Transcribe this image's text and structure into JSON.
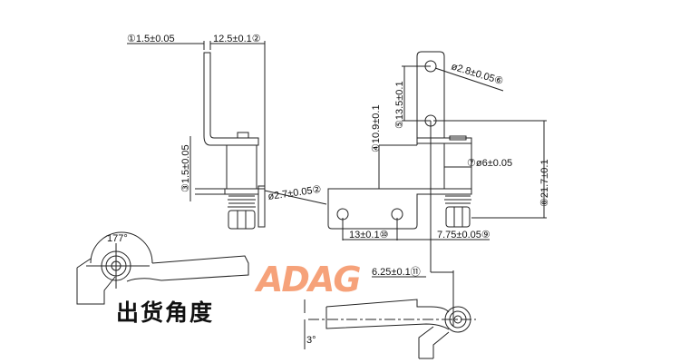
{
  "dimensions": {
    "d1": "①1.5±0.05",
    "d2": "12.5±0.1②",
    "d3": "③1.5±0.05",
    "d2b": "ø2.7±0.05②",
    "d4": "④10.9±0.1",
    "d5": "⑤13.5±0.1",
    "d6": "ø2.8±0.05⑥",
    "d7": "⑦ø6±0.05",
    "d8": "⑧21.7±0.1",
    "d9": "7.75±0.05⑨",
    "d10": "13±0.1⑩",
    "d11": "6.25±0.1⑪",
    "angle_open": "177°",
    "angle_closed": "3°"
  },
  "caption": "出货角度",
  "logo": "ADAG",
  "colors": {
    "logo": "#f6a27a",
    "lines": "#222222"
  }
}
